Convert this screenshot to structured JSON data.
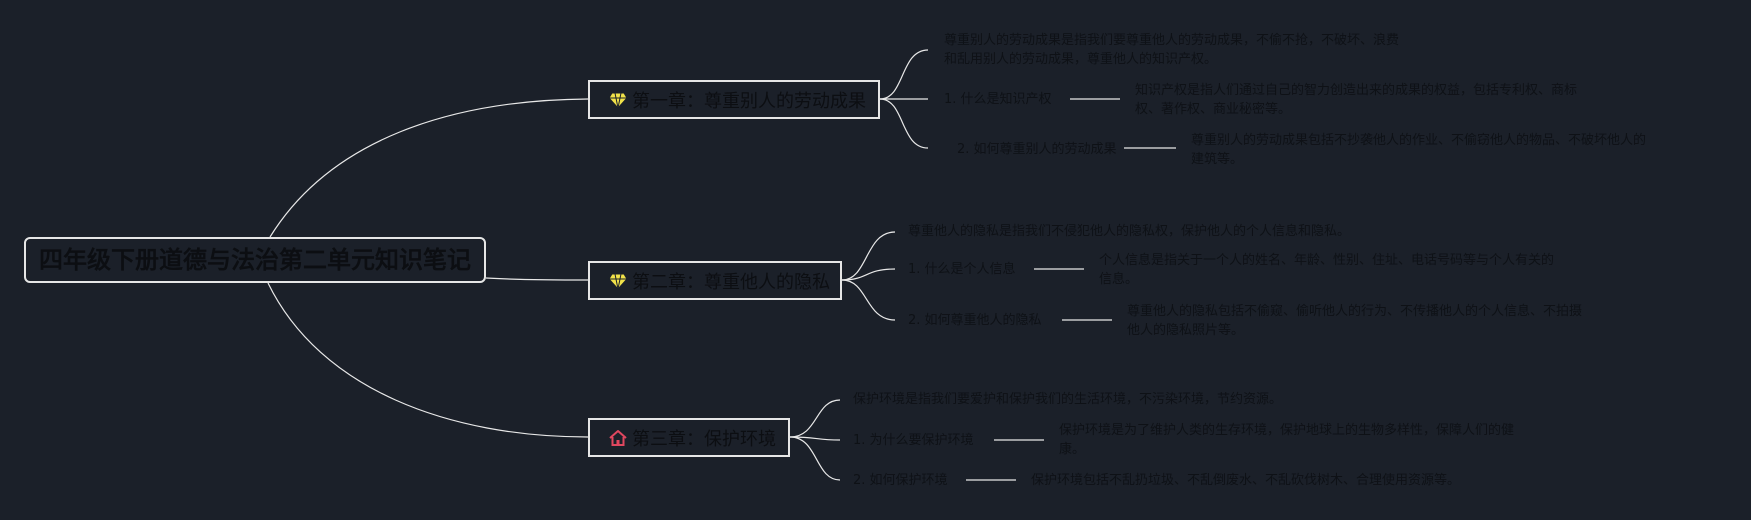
{
  "root": {
    "title": "四年级下册道德与法治第二单元知识笔记"
  },
  "chapters": [
    {
      "title": "第一章：尊重别人的劳动成果",
      "icon": "diamond-icon",
      "icon_color": "#f1e24a",
      "summary_lines": [
        "尊重别人的劳动成果是指我们要尊重他人的劳动成果，不偷不抢，不破坏、浪费",
        "和乱用别人的劳动成果，尊重他人的知识产权。"
      ],
      "topics": [
        {
          "label": "1. 什么是知识产权",
          "detail_lines": [
            "知识产权是指人们通过自己的智力创造出来的成果的权益，包括专利权、商标",
            "权、著作权、商业秘密等。"
          ]
        },
        {
          "label": "2. 如何尊重别人的劳动成果",
          "detail_lines": [
            "尊重别人的劳动成果包括不抄袭他人的作业、不偷窃他人的物品、不破坏他人的",
            "建筑等。"
          ]
        }
      ]
    },
    {
      "title": "第二章：尊重他人的隐私",
      "icon": "diamond-icon",
      "icon_color": "#f1e24a",
      "summary_lines": [
        "尊重他人的隐私是指我们不侵犯他人的隐私权，保护他人的个人信息和隐私。"
      ],
      "topics": [
        {
          "label": "1. 什么是个人信息",
          "detail_lines": [
            "个人信息是指关于一个人的姓名、年龄、性别、住址、电话号码等与个人有关的",
            "信息。"
          ]
        },
        {
          "label": "2. 如何尊重他人的隐私",
          "detail_lines": [
            "尊重他人的隐私包括不偷窥、偷听他人的行为、不传播他人的个人信息、不拍摄",
            "他人的隐私照片等。"
          ]
        }
      ]
    },
    {
      "title": "第三章：保护环境",
      "icon": "house-icon",
      "icon_color": "#e0475f",
      "summary_lines": [
        "保护环境是指我们要爱护和保护我们的生活环境，不污染环境，节约资源。"
      ],
      "topics": [
        {
          "label": "1. 为什么要保护环境",
          "detail_lines": [
            "保护环境是为了维护人类的生存环境，保护地球上的生物多样性，保障人们的健",
            "康。"
          ]
        },
        {
          "label": "2. 如何保护环境",
          "detail_lines": [
            "保护环境包括不乱扔垃圾、不乱倒废水、不乱砍伐树木、合理使用资源等。"
          ]
        }
      ]
    }
  ]
}
